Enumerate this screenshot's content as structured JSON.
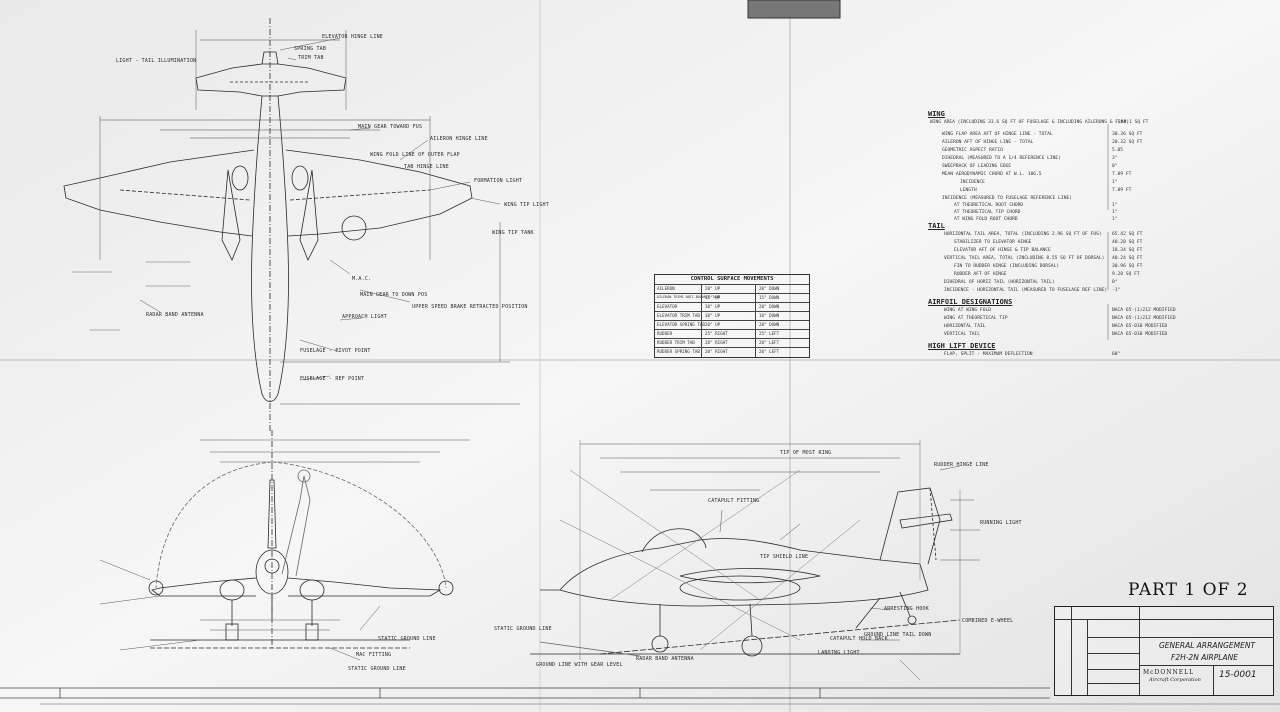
{
  "sheet": {
    "part_label": "PART 1 OF 2"
  },
  "plan_view_labels": [
    {
      "id": "elevator-hinge-line",
      "text": "ELEVATOR HINGE LINE"
    },
    {
      "id": "spring-tab",
      "text": "SPRING TAB"
    },
    {
      "id": "trim-tab",
      "text": "TRIM TAB"
    },
    {
      "id": "light-tail-illumination",
      "text": "LIGHT - TAIL ILLUMINATION"
    },
    {
      "id": "main-gear-toward-fus",
      "text": "MAIN GEAR TOWARD FUS"
    },
    {
      "id": "aileron-hinge-line",
      "text": "AILERON HINGE LINE"
    },
    {
      "id": "wing-fold-line",
      "text": "WING FOLD LINE OF OUTER FLAP"
    },
    {
      "id": "tab-hinge-line",
      "text": "TAB HINGE LINE"
    },
    {
      "id": "formation-light",
      "text": "FORMATION LIGHT"
    },
    {
      "id": "wing-tip-light",
      "text": "WING TIP LIGHT"
    },
    {
      "id": "wing-tip-tank",
      "text": "WING TIP TANK"
    },
    {
      "id": "mac",
      "text": "M.A.C."
    },
    {
      "id": "main-gear-down",
      "text": "MAIN GEAR TO DOWN POS"
    },
    {
      "id": "upper-speed-brake",
      "text": "UPPER SPEED BRAKE RETRACTED POSITION"
    },
    {
      "id": "approach-light",
      "text": "APPROACH LIGHT"
    },
    {
      "id": "radar-band",
      "text": "RADAR BAND ANTENNA"
    },
    {
      "id": "fuselage-pivot",
      "text": "FUSELAGE - PIVOT POINT"
    },
    {
      "id": "fuselage-ref",
      "text": "FUSELAGE - REF POINT"
    }
  ],
  "side_view_labels": [
    {
      "id": "tip-of-most-ring",
      "text": "TIP OF MOST RING"
    },
    {
      "id": "rudder-hinge-line",
      "text": "RUDDER HINGE LINE"
    },
    {
      "id": "catapult-fitting",
      "text": "CATAPULT FITTING"
    },
    {
      "id": "tip-shield-line",
      "text": "TIP SHIELD LINE"
    },
    {
      "id": "arresting-hook",
      "text": "ARRESTING HOOK"
    },
    {
      "id": "static-ground-line",
      "text": "STATIC GROUND LINE"
    },
    {
      "id": "catapult-hold-back",
      "text": "CATAPULT HOLD BACK"
    },
    {
      "id": "ground-line-tail-down",
      "text": "GROUND LINE TAIL DOWN"
    },
    {
      "id": "landing-light",
      "text": "LANDING LIGHT"
    },
    {
      "id": "running-light",
      "text": "RUNNING LIGHT"
    },
    {
      "id": "combined-e-wheel",
      "text": "COMBINED E-WHEEL"
    },
    {
      "id": "radar-band-antenna",
      "text": "RADAR BAND ANTENNA"
    },
    {
      "id": "ground-line-level",
      "text": "GROUND LINE WITH GEAR LEVEL"
    },
    {
      "id": "static-ground-line-2",
      "text": "STATIC GROUND LINE"
    },
    {
      "id": "static-ground-line-3",
      "text": "STATIC GROUND LINE"
    },
    {
      "id": "mac-fitting",
      "text": "MAC FITTING"
    }
  ],
  "control_surface_table": {
    "title": "CONTROL SURFACE MOVEMENTS",
    "rows": [
      {
        "name": "AILERON",
        "up": "20° UP",
        "down": "20° DOWN"
      },
      {
        "name": "AILERON TRIMS ANTI-BALANCE TABS",
        "up": "15° UP",
        "down": "15° DOWN"
      },
      {
        "name": "ELEVATOR",
        "up": "30° UP",
        "down": "20° DOWN"
      },
      {
        "name": "ELEVATOR TRIM TAB",
        "up": "10° UP",
        "down": "10° DOWN"
      },
      {
        "name": "ELEVATOR SPRING TAB",
        "up": "20° UP",
        "down": "20° DOWN"
      },
      {
        "name": "RUDDER",
        "up": "25° RIGHT",
        "down": "25° LEFT"
      },
      {
        "name": "RUDDER TRIM TAB",
        "up": "20° RIGHT",
        "down": "20° LEFT"
      },
      {
        "name": "RUDDER SPRING TAB",
        "up": "20° RIGHT",
        "down": "20° LEFT"
      }
    ]
  },
  "spec_sections": [
    {
      "id": "wing",
      "title": "WING",
      "items": [
        {
          "label": "WING AREA (INCLUDING 33.6 SQ FT OF FUSELAGE & INCLUDING AILERONS & FLAP)",
          "value": "294.1 SQ FT"
        },
        {
          "label": "WING FLAP AREA AFT OF HINGE LINE - TOTAL",
          "value": "30.36 SQ FT"
        },
        {
          "label": "AILERON AFT OF HINGE LINE - TOTAL",
          "value": "20.32 SQ FT"
        },
        {
          "label": "GEOMETRIC ASPECT RATIO",
          "value": "5.05"
        },
        {
          "label": "DIHEDRAL (MEASURED TO A 1/4 REFERENCE LINE)",
          "value": "3°"
        },
        {
          "label": "SWEEPBACK OF LEADING EDGE",
          "value": "0°"
        },
        {
          "label": "MEAN AERODYNAMIC CHORD AT W.L. 106.5",
          "value": "7.89 FT"
        },
        {
          "label": "INCIDENCE",
          "value": "1°"
        },
        {
          "label": "LENGTH",
          "value": "7.89 FT"
        },
        {
          "label": "INCIDENCE (MEASURED TO FUSELAGE REFERENCE LINE)",
          "value": ""
        },
        {
          "label": "AT THEORETICAL ROOT CHORD",
          "value": "1°"
        },
        {
          "label": "AT THEORETICAL TIP CHORD",
          "value": "1°"
        },
        {
          "label": "AT WING FOLD ROOT CHORD",
          "value": "1°"
        }
      ]
    },
    {
      "id": "tail",
      "title": "TAIL",
      "items": [
        {
          "label": "HORIZONTAL TAIL AREA, TOTAL (INCLUDING 2.96 SQ FT OF FUS)",
          "value": "65.42 SQ FT"
        },
        {
          "label": "STABILIZER TO ELEVATOR HINGE",
          "value": "40.20 SQ FT"
        },
        {
          "label": "ELEVATOR AFT OF HINGE & TIP BALANCE",
          "value": "18.34 SQ FT"
        },
        {
          "label": "VERTICAL TAIL AREA, TOTAL (INCLUDING 8.55 SQ FT OF DORSAL)",
          "value": "40.24 SQ FT"
        },
        {
          "label": "FIN TO RUDDER HINGE (INCLUDING DORSAL)",
          "value": "30.96 SQ FT"
        },
        {
          "label": "RUDDER AFT OF HINGE",
          "value": "9.28 SQ FT"
        },
        {
          "label": "DIHEDRAL OF HORIZ TAIL (HORIZONTAL TAIL)",
          "value": "0°"
        },
        {
          "label": "INCIDENCE - HORIZONTAL TAIL (MEASURED TO FUSELAGE REF LINE)",
          "value": "-1°"
        }
      ]
    },
    {
      "id": "airfoil",
      "title": "AIRFOIL DESIGNATIONS",
      "items": [
        {
          "label": "WING AT WING FOLD",
          "value": "NACA 65-(1)212 MODIFIED"
        },
        {
          "label": "WING AT THEORETICAL TIP",
          "value": "NACA 65-(1)212 MODIFIED"
        },
        {
          "label": "HORIZONTAL TAIL",
          "value": "NACA 65-010 MODIFIED"
        },
        {
          "label": "VERTICAL TAIL",
          "value": "NACA 65-010 MODIFIED"
        }
      ]
    },
    {
      "id": "high-lift",
      "title": "HIGH LIFT DEVICE",
      "items": [
        {
          "label": "FLAP, SPLIT - MAXIMUM DEFLECTION",
          "value": "60°"
        }
      ]
    }
  ],
  "title_block": {
    "title_line1": "GENERAL ARRANGEMENT",
    "title_line2": "F2H-2N AIRPLANE",
    "company": "McDONNELL",
    "company_sub": "Aircraft Corporation",
    "drawing_number": "15-0001"
  }
}
